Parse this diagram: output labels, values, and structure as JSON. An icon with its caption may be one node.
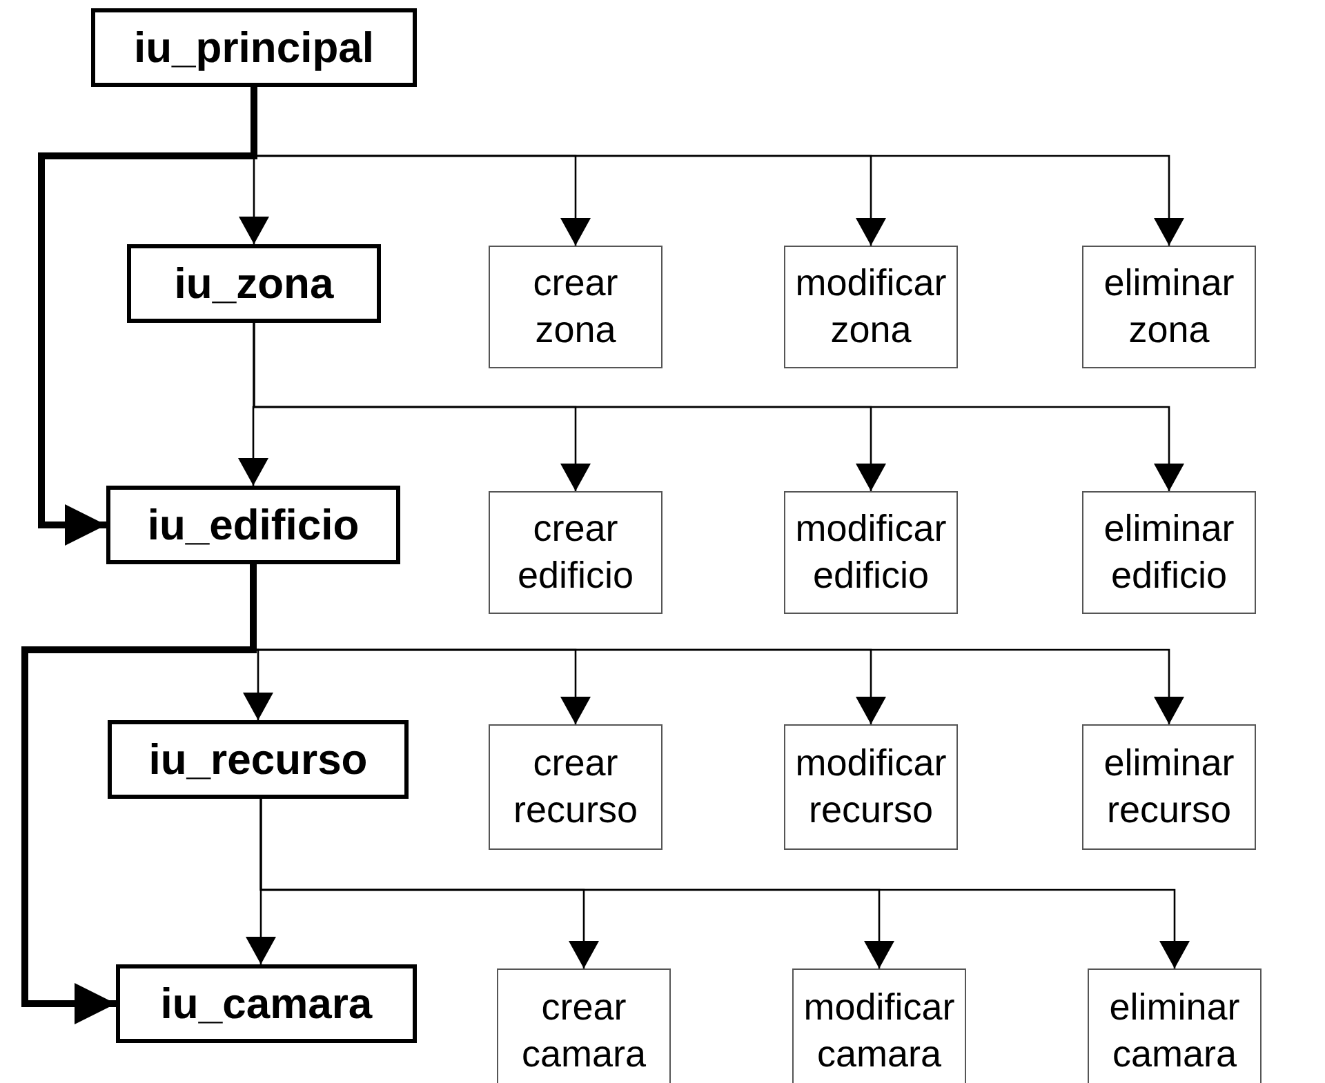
{
  "diagram": {
    "nodes": [
      {
        "text": [
          "iu_principal"
        ]
      },
      {
        "text": [
          "iu_zona"
        ]
      },
      {
        "text": [
          "crear zona"
        ]
      },
      {
        "text": [
          "modificar zona"
        ]
      },
      {
        "text": [
          "eliminar zona"
        ]
      },
      {
        "text": [
          "iu_edificio"
        ]
      },
      {
        "text": [
          "crear edificio"
        ]
      },
      {
        "text": [
          "modificar edificio"
        ]
      },
      {
        "text": [
          "eliminar edificio"
        ]
      },
      {
        "text": [
          "iu_recurso"
        ]
      },
      {
        "text": [
          "crear recurso"
        ]
      },
      {
        "text": [
          "modificar recurso"
        ]
      },
      {
        "text": [
          "eliminar recurso"
        ]
      },
      {
        "text": [
          "iu_camara"
        ]
      },
      {
        "text": [
          "crear camara"
        ]
      },
      {
        "text": [
          "modificar camara"
        ]
      },
      {
        "text": [
          "eliminar camara"
        ]
      }
    ],
    "edges": [
      {
        "from": 0,
        "to": 1,
        "arrow": "to"
      },
      {
        "from": 0,
        "to": 2,
        "arrow": "to"
      },
      {
        "from": 0,
        "to": 3,
        "arrow": "to"
      },
      {
        "from": 0,
        "to": 4,
        "arrow": "to"
      },
      {
        "from": 0,
        "to": 5,
        "arrow": "to",
        "style": "thick"
      },
      {
        "from": 1,
        "to": 5,
        "arrow": "to"
      },
      {
        "from": 1,
        "to": 6,
        "arrow": "to"
      },
      {
        "from": 1,
        "to": 7,
        "arrow": "to"
      },
      {
        "from": 1,
        "to": 8,
        "arrow": "to"
      },
      {
        "from": 5,
        "to": 9,
        "arrow": "to"
      },
      {
        "from": 5,
        "to": 10,
        "arrow": "to"
      },
      {
        "from": 5,
        "to": 11,
        "arrow": "to"
      },
      {
        "from": 5,
        "to": 12,
        "arrow": "to"
      },
      {
        "from": 5,
        "to": 13,
        "arrow": "to",
        "style": "thick"
      },
      {
        "from": 9,
        "to": 13,
        "arrow": "to"
      },
      {
        "from": 9,
        "to": 14,
        "arrow": "to"
      },
      {
        "from": 9,
        "to": 15,
        "arrow": "to"
      },
      {
        "from": 9,
        "to": 16,
        "arrow": "to"
      }
    ]
  }
}
